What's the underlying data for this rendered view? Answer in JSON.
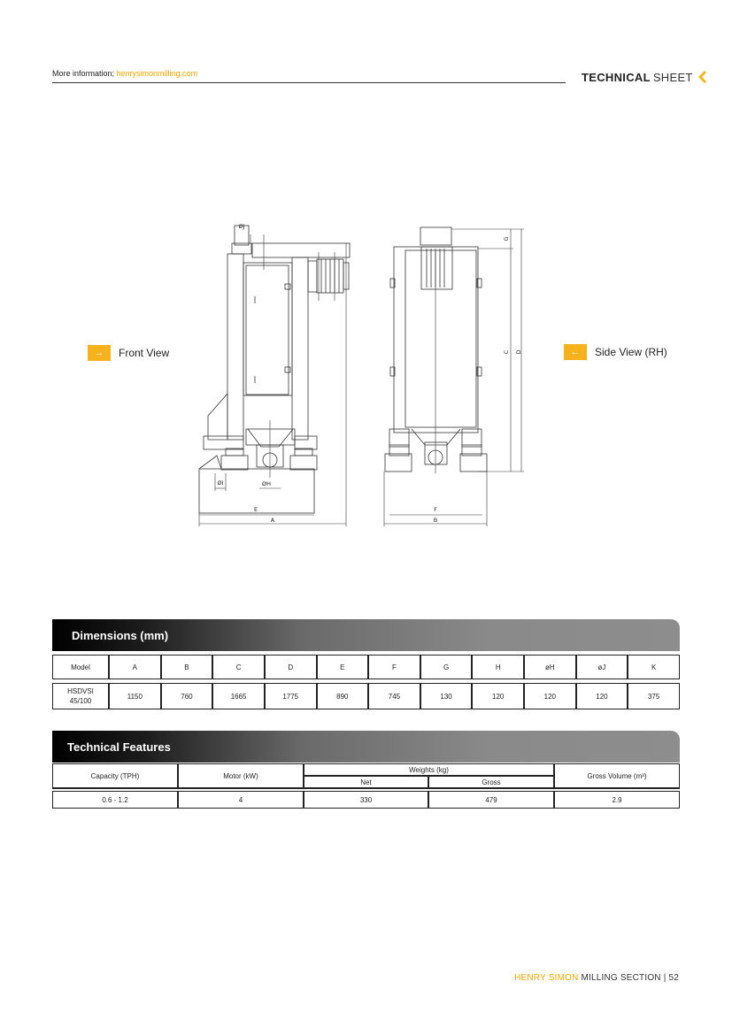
{
  "header": {
    "info_prefix": "More information; ",
    "info_link": "henrysimonmilling.com",
    "logo_bold": "TECHNICAL",
    "logo_light": "SHEET"
  },
  "views": {
    "front_label": "Front View",
    "side_label": "Side View (RH)",
    "front_icon": "arrow-right-icon",
    "side_icon": "arrow-left-icon"
  },
  "drawing_labels": {
    "phi_j": "ØJ",
    "phi_i": "ØI",
    "phi_h": "ØH",
    "e": "E",
    "a": "A",
    "f": "F",
    "b": "B",
    "g": "G",
    "c": "C",
    "d": "D"
  },
  "dimensions": {
    "title": "Dimensions (mm)",
    "headers": [
      "Model",
      "A",
      "B",
      "C",
      "D",
      "E",
      "F",
      "G",
      "H",
      "øH",
      "øJ",
      "K"
    ],
    "row": {
      "model_line1": "HSDVSI",
      "model_line2": "45/100",
      "values": [
        "1150",
        "760",
        "1665",
        "1775",
        "890",
        "745",
        "130",
        "120",
        "120",
        "120",
        "375"
      ]
    }
  },
  "features": {
    "title": "Technical Features",
    "capacity_header": "Capacity (TPH)",
    "motor_header": "Motor (kW)",
    "weights_header": "Weights (kg)",
    "net_header": "Net",
    "gross_header": "Gross",
    "volume_header": "Gross Volume (m³)",
    "capacity": "0.6 - 1.2",
    "motor": "4",
    "net": "330",
    "gross": "479",
    "volume": "2.9"
  },
  "footer": {
    "brand": "HENRY SIMON",
    "section": " MILLING SECTION | 52"
  },
  "colors": {
    "accent": "#f5b21c",
    "link": "#f0a800"
  }
}
